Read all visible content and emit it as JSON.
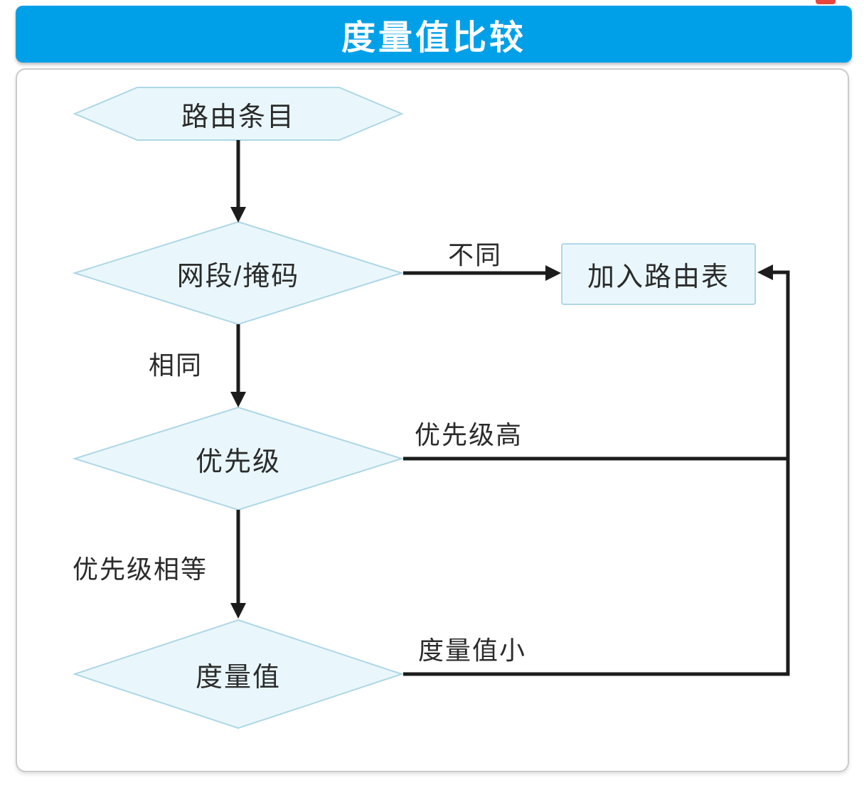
{
  "header": {
    "title": "度量值比较"
  },
  "flowchart": {
    "nodes": [
      {
        "id": "route-entry",
        "type": "hexagon",
        "label": "路由条目"
      },
      {
        "id": "segment-mask",
        "type": "diamond",
        "label": "网段/掩码"
      },
      {
        "id": "priority",
        "type": "diamond",
        "label": "优先级"
      },
      {
        "id": "metric",
        "type": "diamond",
        "label": "度量值"
      },
      {
        "id": "add-to-routing-table",
        "type": "rectangle",
        "label": "加入路由表"
      }
    ],
    "edges": [
      {
        "from": "路由条目",
        "to": "网段/掩码",
        "label": ""
      },
      {
        "from": "网段/掩码",
        "to": "加入路由表",
        "label": "不同"
      },
      {
        "from": "网段/掩码",
        "to": "优先级",
        "label": "相同"
      },
      {
        "from": "优先级",
        "to": "加入路由表",
        "label": "优先级高"
      },
      {
        "from": "优先级",
        "to": "度量值",
        "label": "优先级相等"
      },
      {
        "from": "度量值",
        "to": "加入路由表",
        "label": "度量值小"
      }
    ],
    "colors": {
      "banner_bg": "#00a0e9",
      "banner_text": "#ffffff",
      "node_fill": "#e9f7fc",
      "node_border": "#aed7e6",
      "edge_line": "#1c1c1c",
      "label_text": "#2b2b2b",
      "frame_border": "#cbcbcb",
      "red_fragment": "#e8463c"
    }
  }
}
